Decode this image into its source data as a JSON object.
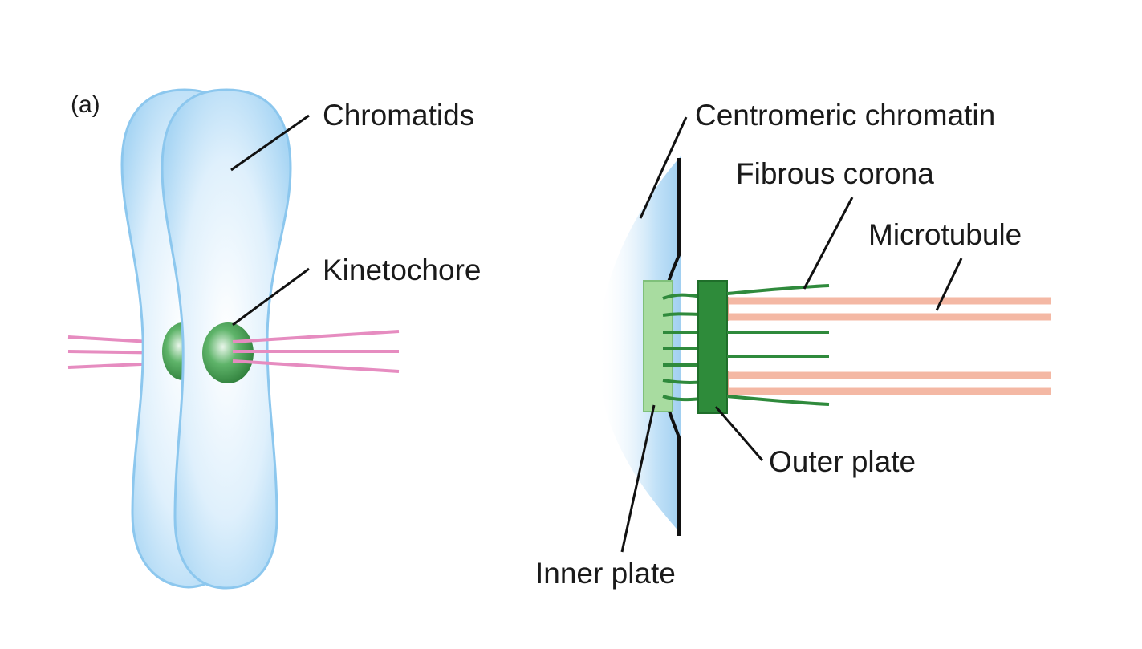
{
  "panel_label": "(a)",
  "labels": {
    "chromatids": "Chromatids",
    "kinetochore": "Kinetochore",
    "centromeric_chromatin": "Centromeric chromatin",
    "fibrous_corona": "Fibrous corona",
    "microtubule": "Microtubule",
    "outer_plate": "Outer plate",
    "inner_plate": "Inner plate"
  },
  "colors": {
    "chromatid_fill": "#d6ecfb",
    "chromatid_edge": "#8cc7ee",
    "kinetochore_green": "#3f9a4e",
    "outer_plate": "#2e8b3a",
    "inner_plate": "#a8dca0",
    "corona_fiber": "#2f8a3c",
    "spindle_pink": "#e68cc0",
    "microtubule_peach": "#f4b8a4",
    "leader_line": "#111111"
  }
}
